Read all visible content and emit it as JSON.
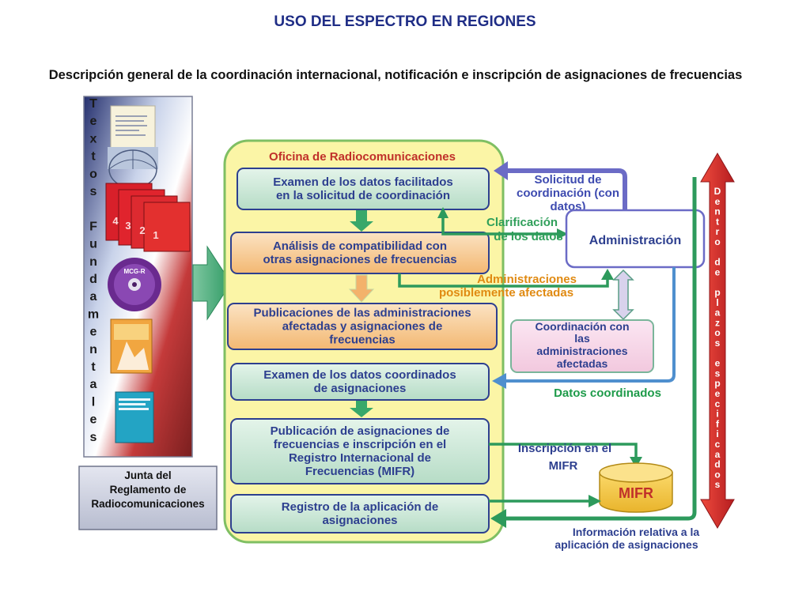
{
  "header": {
    "title": "USO DEL ESPECTRO EN REGIONES",
    "subtitle": "Descripción general de la coordinación internacional, notificación e inscripción de asignaciones de frecuencias"
  },
  "sidebar": {
    "vertical_text": [
      "T",
      "e",
      "x",
      "t",
      "o",
      "s",
      "",
      "F",
      "u",
      "n",
      "d",
      "a",
      "m",
      "e",
      "n",
      "t",
      "a",
      "l",
      "e",
      "s"
    ],
    "book_tabs": [
      "4",
      "3",
      "2",
      "1"
    ],
    "cd_label": "MCG-R",
    "junta": [
      "Junta del",
      "Reglamento de",
      "Radiocomunicaciones"
    ]
  },
  "office": {
    "title": "Oficina de Radiocomunicaciones",
    "boxes": [
      [
        "Examen de los datos facilitados",
        "en la solicitud de coordinación"
      ],
      [
        "Análisis de compatibilidad con",
        "otras asignaciones de frecuencias"
      ],
      [
        "Publicaciones de las administraciones",
        "afectadas y asignaciones de",
        "frecuencias"
      ],
      [
        "Examen de los datos coordinados",
        "de asignaciones"
      ],
      [
        "Publicación de asignaciones de",
        "frecuencias e inscripción en el",
        "Registro Internacional de",
        "Frecuencias (MIFR)"
      ],
      [
        "Registro de la aplicación de",
        "asignaciones"
      ]
    ]
  },
  "right": {
    "administracion": "Administración",
    "solicitud": [
      "Solicitud de",
      "coordinación (con",
      "datos)"
    ],
    "clarificacion": [
      "Clarificación",
      "de los datos"
    ],
    "afectadas_label": [
      "Administraciones",
      "posiblemente afectadas"
    ],
    "coordinacion_box": [
      "Coordinación con",
      "las",
      "administraciones",
      "afectadas"
    ],
    "datos_coordinados": "Datos coordinados",
    "inscripcion": [
      "Inscripción en el",
      "MIFR"
    ],
    "mifr": "MIFR",
    "informacion": [
      "Información relativa a la",
      "aplicación de asignaciones"
    ],
    "plazos_vertical": [
      "D",
      "e",
      "n",
      "t",
      "r",
      "o",
      "",
      "d",
      "e",
      "",
      "p",
      "l",
      "a",
      "z",
      "o",
      "s",
      "",
      "e",
      "s",
      "p",
      "e",
      "c",
      "i",
      "f",
      "i",
      "c",
      "a",
      "d",
      "o",
      "s"
    ]
  },
  "colors": {
    "title_blue": "#1f2d86",
    "box_blue": "#2d3f8f",
    "green_text": "#1e9b4a",
    "orange_text": "#e08a12",
    "panel_yellow": "#fbf5a6",
    "green_box": "#c9e7d7",
    "orange_box": "#f6c98f",
    "red_arrow": "#d7262a"
  }
}
